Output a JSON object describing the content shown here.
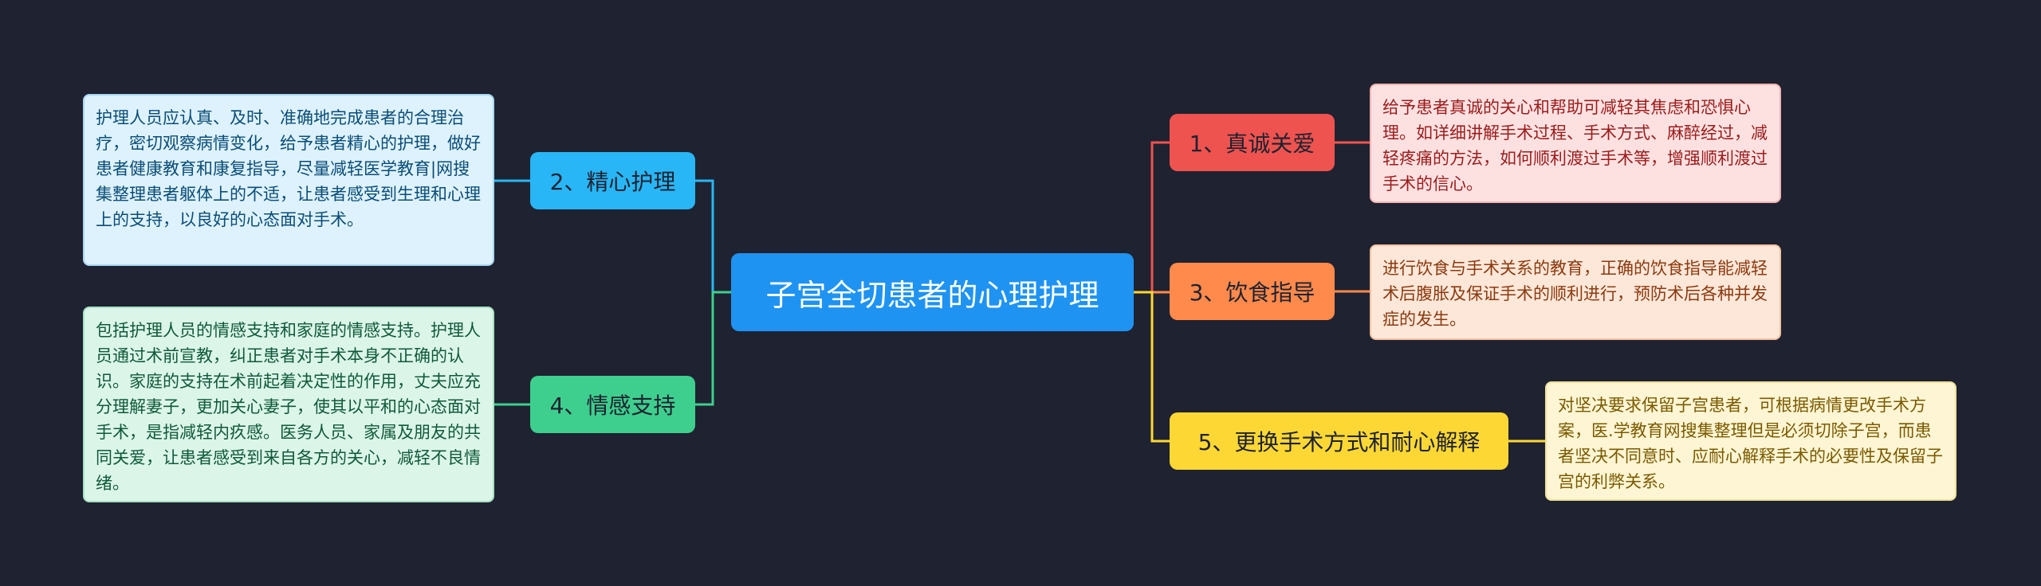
{
  "root": {
    "label": "子宫全切患者的心理护理"
  },
  "branches": [
    {
      "key": "b1",
      "label": "1、真诚关爱",
      "color": "#ef5350",
      "text": "给予患者真诚的关心和帮助可减轻其焦虑和恐惧心理。如详细讲解手术过程、手术方式、麻醉经过，减轻疼痛的方法，如何顺利渡过手术等，增强顺利渡过手术的信心。"
    },
    {
      "key": "b3",
      "label": "3、饮食指导",
      "color": "#ff8a4c",
      "text": "进行饮食与手术关系的教育，正确的饮食指导能减轻术后腹胀及保证手术的顺利进行，预防术后各种并发症的发生。"
    },
    {
      "key": "b5",
      "label": "5、更换手术方式和耐心解释",
      "color": "#fdd835",
      "text": "对坚决要求保留子宫患者，可根据病情更改手术方案，医.学教育网搜集整理但是必须切除子宫，而患者坚决不同意时、应耐心解释手术的必要性及保留子宫的利弊关系。"
    },
    {
      "key": "b2",
      "label": "2、精心护理",
      "color": "#29b6f6",
      "text": "护理人员应认真、及时、准确地完成患者的合理治疗，密切观察病情变化，给予患者精心的护理，做好患者健康教育和康复指导，尽量减轻医学教育|网搜集整理患者躯体上的不适，让患者感受到生理和心理上的支持，以良好的心态面对手术。"
    },
    {
      "key": "b4",
      "label": "4、情感支持",
      "color": "#3ecf8e",
      "text": "包括护理人员的情感支持和家庭的情感支持。护理人员通过术前宣教，纠正患者对手术本身不正确的认识。家庭的支持在术前起着决定性的作用，丈夫应充分理解妻子，更加关心妻子，使其以平和的心态面对手术，是指减轻内疚感。医务人员、家属及朋友的共同关爱，让患者感受到来自各方的关心，减轻不良情绪。"
    }
  ]
}
